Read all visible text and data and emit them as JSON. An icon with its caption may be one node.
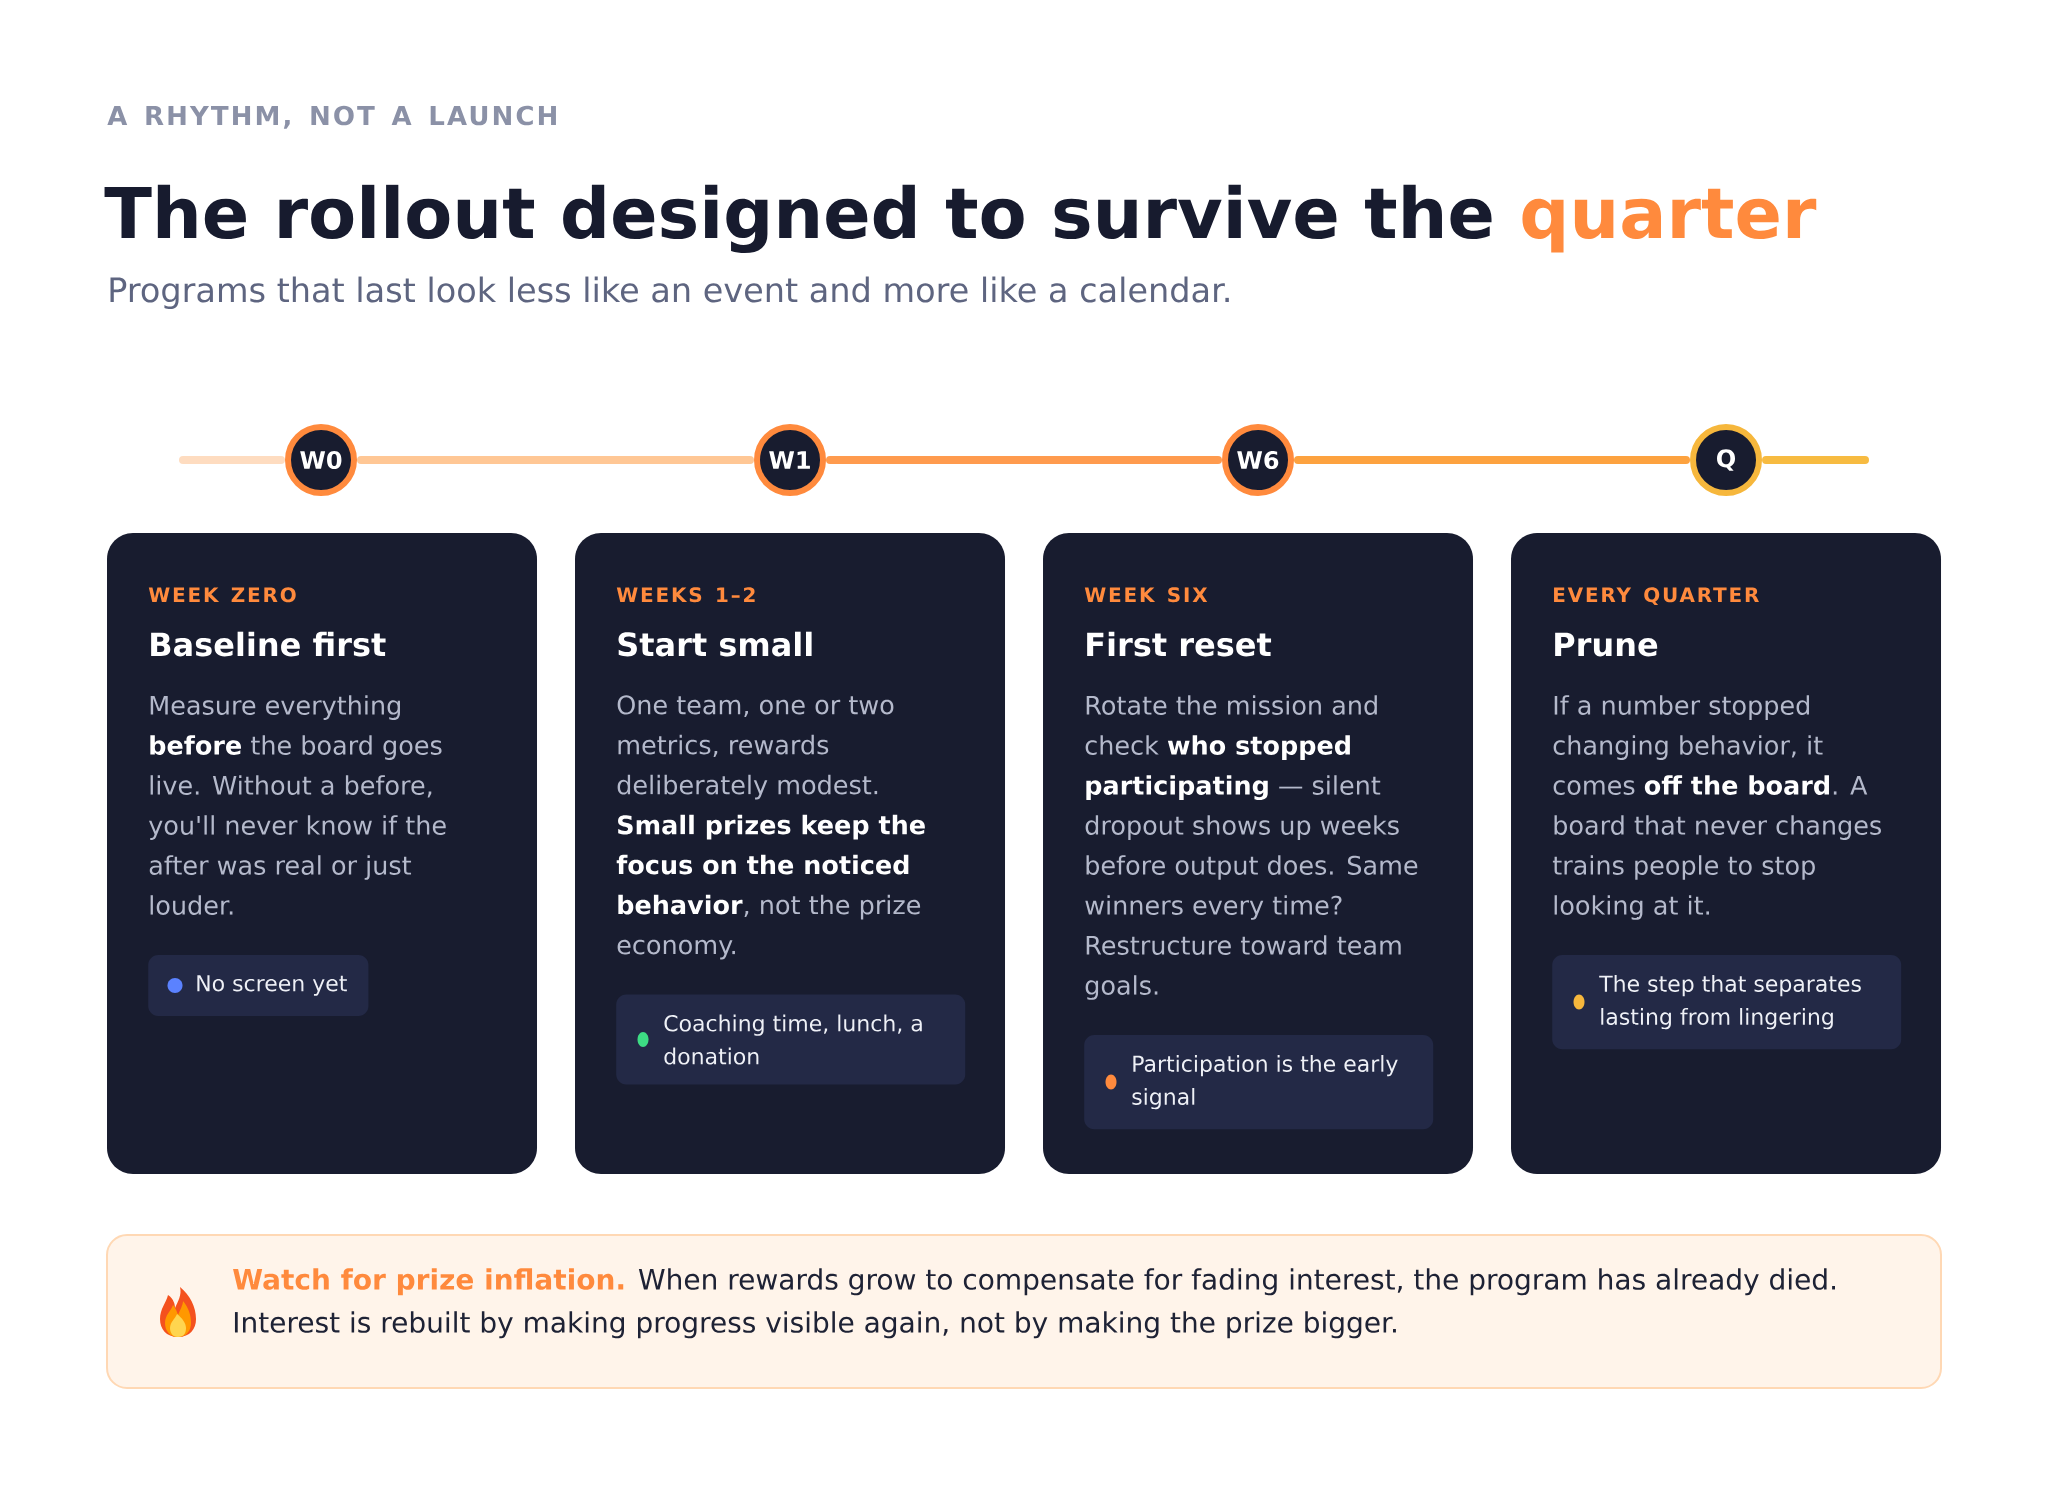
{
  "diagram": {
    "title": "The rollout designed to survive the **quarter**",
    "nodes": [
      {
        "text": [
          "W0"
        ]
      },
      {
        "text": [
          "W1"
        ]
      },
      {
        "text": [
          "W6"
        ]
      },
      {
        "text": [
          "Q"
        ]
      },
      {
        "text": [
          "WEEK ZERO",
          "Baseline first",
          "Measure everything **before** the board goes live. Without a before, you'll never know if the after was real or just louder."
        ]
      },
      {
        "text": [
          "No screen yet"
        ],
        "in": 4
      },
      {
        "text": [
          "WEEKS 1–2",
          "Start small",
          "One team, one or two metrics, rewards deliberately modest. **Small prizes keep the focus on the noticed behavior**, not the prize economy."
        ]
      },
      {
        "text": [
          "Coaching time, lunch, a donation"
        ],
        "in": 6
      },
      {
        "text": [
          "WEEK SIX",
          "First reset",
          "Rotate the mission and check **who stopped participating** — silent dropout shows up weeks before output does. Same winners every time? Restructure toward team goals."
        ]
      },
      {
        "text": [
          "Participation is the early signal"
        ],
        "in": 8
      },
      {
        "text": [
          "EVERY QUARTER",
          "Prune",
          "If a number stopped changing behavior, it comes **off the board**. A board that never changes trains people to stop looking at it."
        ]
      },
      {
        "text": [
          "The step that separates lasting from lingering"
        ],
        "in": 10
      },
      {
        "text": [
          "Watch for prize inflation.",
          "When rewards grow to compensate for fading interest, the program has already died. Interest is rebuilt by making progress visible again, not by making the prize bigger."
        ]
      }
    ],
    "edges": [
      {
        "from": null,
        "to": 0,
        "arrow": "none",
        "color": "#fedcc0"
      },
      {
        "from": 0,
        "to": 1,
        "arrow": "none",
        "color": "#ffc795"
      },
      {
        "from": 1,
        "to": 2,
        "arrow": "none",
        "color": "#ff9b4e"
      },
      {
        "from": 2,
        "to": 3,
        "arrow": "none",
        "color": "#fda23f"
      },
      {
        "from": 3,
        "to": null,
        "arrow": "none",
        "color": "#f7bb41"
      }
    ],
    "labels": [
      "A RHYTHM, NOT A LAUNCH",
      "Programs that last look less like an event and more like a calendar."
    ]
  }
}
